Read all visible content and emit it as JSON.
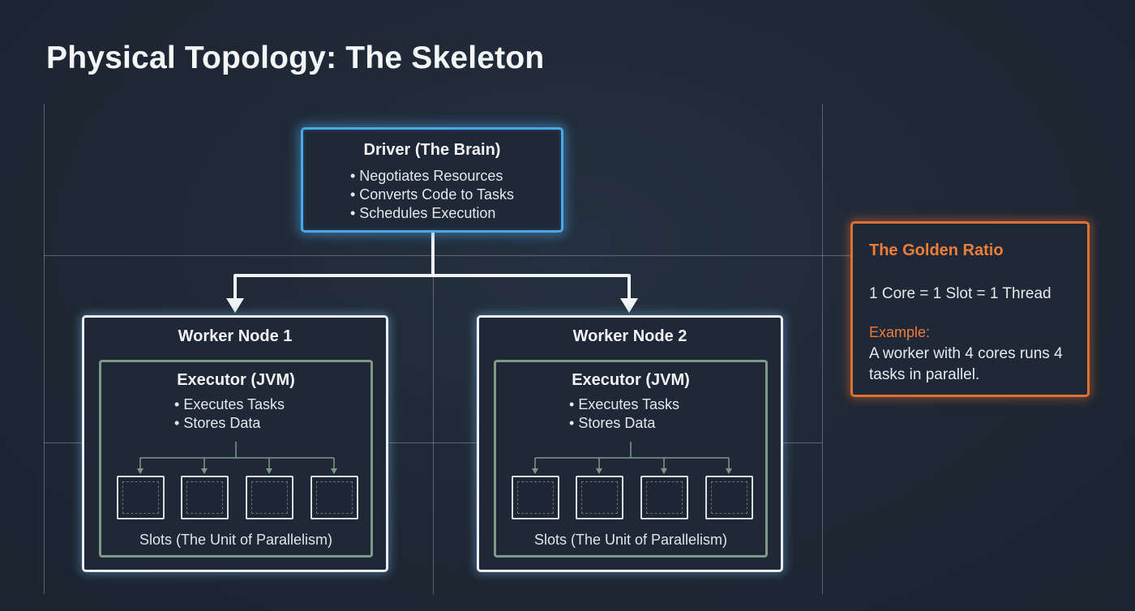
{
  "title": "Physical Topology: The Skeleton",
  "colors": {
    "background": "#1e2733",
    "driver_accent": "#4aa8e8",
    "worker_border": "#e9eef3",
    "executor_border": "#7e9a86",
    "ratio_accent": "#e0702f"
  },
  "driver": {
    "title": "Driver (The Brain)",
    "bullets": [
      "Negotiates Resources",
      "Converts Code to Tasks",
      "Schedules Execution"
    ]
  },
  "workers": [
    {
      "title": "Worker Node 1",
      "executor": {
        "title": "Executor (JVM)",
        "bullets": [
          "Executes Tasks",
          "Stores Data"
        ],
        "slot_count": 4,
        "slots_label": "Slots (The Unit of Parallelism)"
      }
    },
    {
      "title": "Worker Node 2",
      "executor": {
        "title": "Executor (JVM)",
        "bullets": [
          "Executes Tasks",
          "Stores Data"
        ],
        "slot_count": 4,
        "slots_label": "Slots (The Unit of Parallelism)"
      }
    }
  ],
  "golden_ratio": {
    "title": "The Golden Ratio",
    "formula": "1 Core = 1 Slot = 1 Thread",
    "example_label": "Example:",
    "example_text": "A worker with 4 cores runs 4 tasks in parallel."
  }
}
